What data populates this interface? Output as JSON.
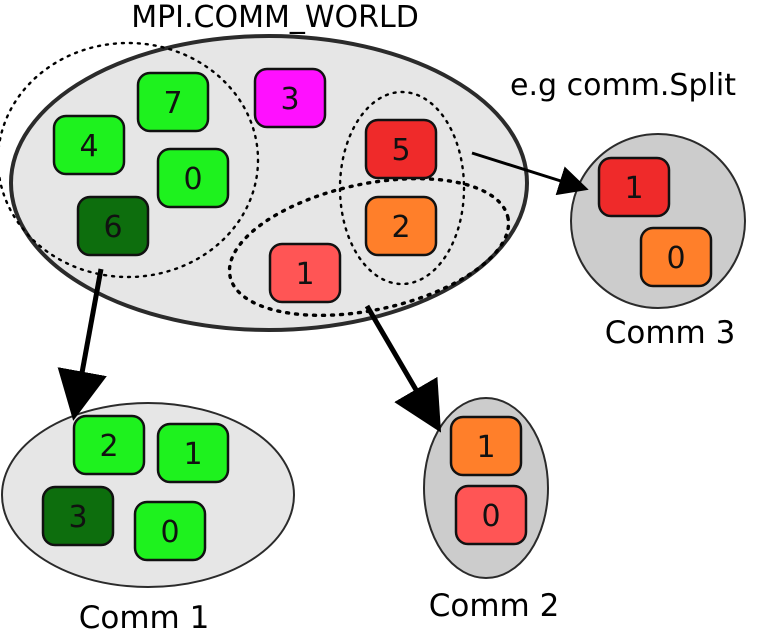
{
  "world": {
    "title": "MPI.COMM_WORLD",
    "split_note": "e.g comm.Split"
  },
  "colors": {
    "bright_green": "#1ef21e",
    "dark_green": "#0d6e0d",
    "magenta": "#ff10ff",
    "red": "#ef2a2a",
    "orange": "#ff7f2a",
    "salmon": "#ff5555",
    "bubble_light": "#e6e6e6",
    "bubble_dark": "#cccccc"
  },
  "world_ranks": [
    {
      "rank": "7",
      "color": "#1ef21e"
    },
    {
      "rank": "4",
      "color": "#1ef21e"
    },
    {
      "rank": "0",
      "color": "#1ef21e"
    },
    {
      "rank": "6",
      "color": "#0d6e0d"
    },
    {
      "rank": "3",
      "color": "#ff10ff"
    },
    {
      "rank": "5",
      "color": "#ef2a2a"
    },
    {
      "rank": "2",
      "color": "#ff7f2a"
    },
    {
      "rank": "1",
      "color": "#ff5555"
    }
  ],
  "comm1": {
    "label": "Comm 1",
    "ranks": [
      {
        "rank": "2",
        "color": "#1ef21e"
      },
      {
        "rank": "1",
        "color": "#1ef21e"
      },
      {
        "rank": "3",
        "color": "#0d6e0d"
      },
      {
        "rank": "0",
        "color": "#1ef21e"
      }
    ]
  },
  "comm2": {
    "label": "Comm 2",
    "ranks": [
      {
        "rank": "1",
        "color": "#ff7f2a"
      },
      {
        "rank": "0",
        "color": "#ff5555"
      }
    ]
  },
  "comm3": {
    "label": "Comm 3",
    "ranks": [
      {
        "rank": "1",
        "color": "#ef2a2a"
      },
      {
        "rank": "0",
        "color": "#ff7f2a"
      }
    ]
  }
}
